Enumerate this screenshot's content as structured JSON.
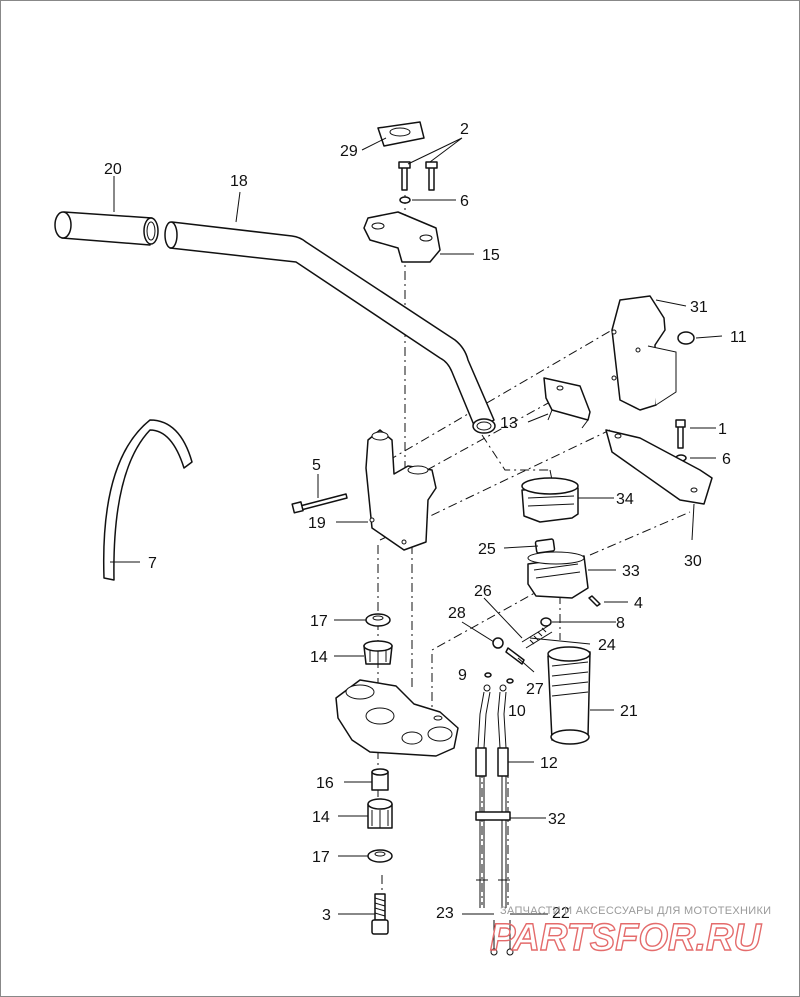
{
  "callouts": [
    {
      "id": "c1",
      "text": "1"
    },
    {
      "id": "c2",
      "text": "2"
    },
    {
      "id": "c3",
      "text": "3"
    },
    {
      "id": "c4",
      "text": "4"
    },
    {
      "id": "c5",
      "text": "5"
    },
    {
      "id": "c6a",
      "text": "6"
    },
    {
      "id": "c6b",
      "text": "6"
    },
    {
      "id": "c7",
      "text": "7"
    },
    {
      "id": "c8",
      "text": "8"
    },
    {
      "id": "c9",
      "text": "9"
    },
    {
      "id": "c10",
      "text": "10"
    },
    {
      "id": "c11",
      "text": "11"
    },
    {
      "id": "c12",
      "text": "12"
    },
    {
      "id": "c13",
      "text": "13"
    },
    {
      "id": "c14a",
      "text": "14"
    },
    {
      "id": "c14b",
      "text": "14"
    },
    {
      "id": "c15",
      "text": "15"
    },
    {
      "id": "c16",
      "text": "16"
    },
    {
      "id": "c17a",
      "text": "17"
    },
    {
      "id": "c17b",
      "text": "17"
    },
    {
      "id": "c18",
      "text": "18"
    },
    {
      "id": "c19",
      "text": "19"
    },
    {
      "id": "c20",
      "text": "20"
    },
    {
      "id": "c21",
      "text": "21"
    },
    {
      "id": "c22",
      "text": "22"
    },
    {
      "id": "c23",
      "text": "23"
    },
    {
      "id": "c24",
      "text": "24"
    },
    {
      "id": "c25",
      "text": "25"
    },
    {
      "id": "c26",
      "text": "26"
    },
    {
      "id": "c27",
      "text": "27"
    },
    {
      "id": "c28",
      "text": "28"
    },
    {
      "id": "c29",
      "text": "29"
    },
    {
      "id": "c30",
      "text": "30"
    },
    {
      "id": "c31",
      "text": "31"
    },
    {
      "id": "c32",
      "text": "32"
    },
    {
      "id": "c33",
      "text": "33"
    },
    {
      "id": "c34",
      "text": "34"
    }
  ],
  "watermark": {
    "tagline": "ЗАПЧАСТИ И АКСЕССУАРЫ ДЛЯ МОТОТЕХНИКИ",
    "logo": "PARTSFOR.RU",
    "logo_color": "#e46b6b"
  }
}
